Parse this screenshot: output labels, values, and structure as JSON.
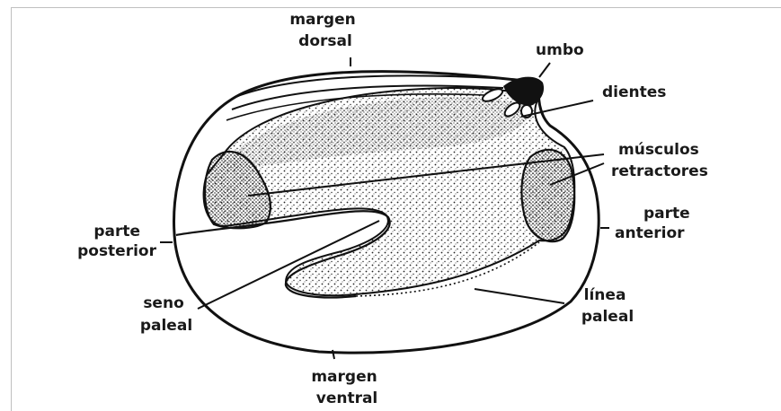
{
  "labels": {
    "margen_dorsal": [
      "margen",
      "dorsal"
    ],
    "umbo": [
      "umbo"
    ],
    "dientes": [
      "dientes"
    ],
    "musculos_retractores": [
      "músculos",
      "retractores"
    ],
    "parte_anterior": [
      "parte",
      "anterior"
    ],
    "parte_posterior": [
      "parte",
      "posterior"
    ],
    "seno_paleal": [
      "seno",
      "paleal"
    ],
    "linea_paleal": [
      "línea",
      "paleal"
    ],
    "margen_ventral": [
      "margen",
      "ventral"
    ]
  }
}
